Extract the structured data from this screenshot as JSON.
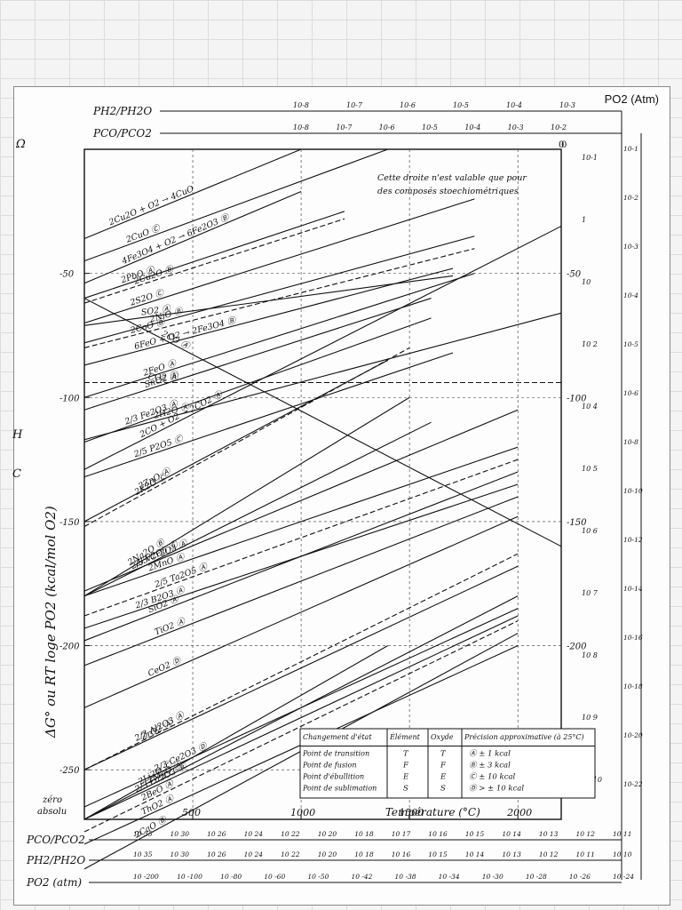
{
  "header": {
    "po2_label": "PO2 (Atm)"
  },
  "left_letters": [
    "Ω",
    "H",
    "C"
  ],
  "top_scales": [
    {
      "label": "PH2/PH2O",
      "ticks": [
        "10-8",
        "10-7",
        "10-6",
        "10-5",
        "10-4",
        "10-3"
      ]
    },
    {
      "label": "PCO/PCO2",
      "ticks": [
        "10-8",
        "10-7",
        "10-6",
        "10-5",
        "10-4",
        "10-3",
        "10-2"
      ]
    }
  ],
  "top_zero": "0",
  "bottom_scales": [
    {
      "label": "PCO/PCO2",
      "ticks": [
        "10 35",
        "10 30",
        "10 26",
        "10 24",
        "10 22",
        "10 20",
        "10 18",
        "10 17",
        "10 16",
        "10 15",
        "10 14",
        "10 13",
        "10 12",
        "10 11"
      ]
    },
    {
      "label": "PH2/PH2O",
      "ticks": [
        "10 35",
        "10 30",
        "10 26",
        "10 24",
        "10 22",
        "10 20",
        "10 18",
        "10 16",
        "10 15",
        "10 14",
        "10 13",
        "10 12",
        "10 11",
        "10 10"
      ]
    },
    {
      "label": "PO2 (atm)",
      "ticks": [
        "10 -200",
        "10 -100",
        "10 -80",
        "10 -60",
        "10 -50",
        "10 -42",
        "10 -38",
        "10 -34",
        "10 -30",
        "10 -28",
        "10 -26",
        "10 -24"
      ]
    }
  ],
  "right_po2_ticks": [
    "10-1",
    "1",
    "10",
    "10 2",
    "10 4",
    "10 5",
    "10 6",
    "10 7",
    "10 8",
    "10 9",
    "10 10"
  ],
  "right_far_ticks": [
    "10-1",
    "10-2",
    "10-3",
    "10-4",
    "10-5",
    "10-6",
    "10-8",
    "10-10",
    "10-12",
    "10-14",
    "10-16",
    "10-18",
    "10-20",
    "10-22"
  ],
  "legend": {
    "headers": [
      "Changement d'état",
      "Élément",
      "Oxyde",
      "Précision approximative (à 25°C)"
    ],
    "rows": [
      {
        "change": "Point de transition",
        "element": "T",
        "oxyde": "T",
        "precision": "Ⓐ ± 1 kcal"
      },
      {
        "change": "Point de fusion",
        "element": "F",
        "oxyde": "F",
        "precision": "Ⓑ ± 3 kcal"
      },
      {
        "change": "Point d'ébullition",
        "element": "E",
        "oxyde": "E",
        "precision": "Ⓒ ± 10 kcal"
      },
      {
        "change": "Point de sublimation",
        "element": "S",
        "oxyde": "S",
        "precision": "Ⓓ > ± 10 kcal"
      }
    ]
  },
  "note": [
    "Cette droite n'est valable que pour",
    "des composés stoechiométriques"
  ],
  "zero_absolu": [
    "zéro",
    "absolu"
  ],
  "chart_data": {
    "type": "line",
    "title": "",
    "xlabel": "Température (°C)",
    "ylabel": "ΔG° ou RT loge PO2 (kcal/mol O2)",
    "xlim": [
      0,
      2200
    ],
    "ylim": [
      -270,
      0
    ],
    "x_ticks": [
      0,
      500,
      1000,
      1500,
      2000
    ],
    "x_tick_labels": [
      "",
      "500",
      "1000",
      "1500",
      "2000"
    ],
    "y_ticks": [
      0,
      -50,
      -100,
      -150,
      -200,
      -250
    ],
    "y_tick_labels": [
      "0",
      "-50",
      "-100",
      "-150",
      "-200",
      "-250"
    ],
    "grid": true,
    "series": [
      {
        "name": "2Cu2O + O2 → 4CuO",
        "x": [
          0,
          1000
        ],
        "y": [
          -36,
          0
        ]
      },
      {
        "name": "2CuO Ⓒ",
        "x": [
          0,
          1400
        ],
        "y": [
          -45,
          0
        ]
      },
      {
        "name": "4Fe3O4 + O2 → 6Fe2O3 Ⓑ",
        "x": [
          0,
          1000
        ],
        "y": [
          -54,
          -17
        ]
      },
      {
        "name": "2Cu2O Ⓑ",
        "x": [
          0,
          1200
        ],
        "y": [
          -62,
          -28
        ]
      },
      {
        "name": "2S2O Ⓒ",
        "x": [
          0,
          1800
        ],
        "y": [
          -70,
          -20
        ]
      },
      {
        "name": "2PbO Ⓐ",
        "x": [
          0,
          1200
        ],
        "y": [
          -60,
          -25
        ]
      },
      {
        "name": "SO2 Ⓐ",
        "x": [
          0,
          1700
        ],
        "y": [
          -71,
          -51
        ]
      },
      {
        "name": "2NiO Ⓑ",
        "x": [
          0,
          1800
        ],
        "y": [
          -78,
          -35
        ]
      },
      {
        "name": "2CoO Ⓑ",
        "x": [
          0,
          1800
        ],
        "y": [
          -80,
          -40
        ]
      },
      {
        "name": "6FeO + O2 → 2Fe3O4 Ⓑ",
        "x": [
          0,
          1700
        ],
        "y": [
          -87,
          -48
        ]
      },
      {
        "name": "2FeO Ⓐ",
        "x": [
          0,
          1800
        ],
        "y": [
          -100,
          -50
        ]
      },
      {
        "name": "SnO2 Ⓐ",
        "x": [
          0,
          1600
        ],
        "y": [
          -105,
          -60
        ]
      },
      {
        "name": "2CO + O2 → 2CO2 Ⓐ",
        "x": [
          0,
          2200
        ],
        "y": [
          -129,
          -31
        ]
      },
      {
        "name": "CO2 Ⓐ",
        "x": [
          0,
          2200
        ],
        "y": [
          -94,
          -94
        ]
      },
      {
        "name": "2H2O Ⓐ",
        "x": [
          0,
          2200
        ],
        "y": [
          -117,
          -66
        ]
      },
      {
        "name": "2CO Ⓐ",
        "x": [
          0,
          2200
        ],
        "y": [
          -60,
          -160
        ]
      },
      {
        "name": "2/3 Fe2O3 Ⓐ",
        "x": [
          0,
          1600
        ],
        "y": [
          -118,
          -68
        ]
      },
      {
        "name": "2/5 P2O5 Ⓒ",
        "x": [
          0,
          1700
        ],
        "y": [
          -132,
          -82
        ]
      },
      {
        "name": "2K2O Ⓒ",
        "x": [
          0,
          1500
        ],
        "y": [
          -152,
          -80
        ]
      },
      {
        "name": "2ZnO Ⓐ",
        "x": [
          0,
          1400
        ],
        "y": [
          -150,
          -85
        ]
      },
      {
        "name": "2/3 Cr2O3 Ⓐ",
        "x": [
          0,
          2000
        ],
        "y": [
          -178,
          -105
        ]
      },
      {
        "name": "2Na2O Ⓑ",
        "x": [
          0,
          1500
        ],
        "y": [
          -180,
          -100
        ]
      },
      {
        "name": "2MnO Ⓐ",
        "x": [
          0,
          2000
        ],
        "y": [
          -180,
          -120
        ]
      },
      {
        "name": "2/5 Ta2O5 Ⓐ",
        "x": [
          0,
          2000
        ],
        "y": [
          -188,
          -125
        ]
      },
      {
        "name": "2/3 B2O3 Ⓐ",
        "x": [
          0,
          2000
        ],
        "y": [
          -193,
          -135
        ]
      },
      {
        "name": "2/5 V2O5 Ⓒ",
        "x": [
          0,
          1600
        ],
        "y": [
          -180,
          -110
        ]
      },
      {
        "name": "SiO2 Ⓐ",
        "x": [
          0,
          2000
        ],
        "y": [
          -198,
          -130
        ]
      },
      {
        "name": "TiO2 Ⓐ",
        "x": [
          0,
          2000
        ],
        "y": [
          -208,
          -140
        ]
      },
      {
        "name": "2/3 Al2O3 Ⓐ",
        "x": [
          0,
          2000
        ],
        "y": [
          -250,
          -163
        ]
      },
      {
        "name": "ZrO2 Ⓐ",
        "x": [
          0,
          2000
        ],
        "y": [
          -250,
          -168
        ]
      },
      {
        "name": "CeO2 Ⓓ",
        "x": [
          0,
          2000
        ],
        "y": [
          -225,
          -148
        ]
      },
      {
        "name": "2/3 Ce2O3 Ⓓ",
        "x": [
          0,
          2000
        ],
        "y": [
          -265,
          -185
        ]
      },
      {
        "name": "2/3 La2O3 Ⓑ",
        "x": [
          0,
          2000
        ],
        "y": [
          -270,
          -188
        ]
      },
      {
        "name": "2BeO Ⓐ",
        "x": [
          0,
          2000
        ],
        "y": [
          -275,
          -190
        ]
      },
      {
        "name": "2MgO Ⓐ",
        "x": [
          0,
          2000
        ],
        "y": [
          -270,
          -180
        ]
      },
      {
        "name": "2Li2O Ⓒ",
        "x": [
          0,
          1400
        ],
        "y": [
          -270,
          -200
        ]
      },
      {
        "name": "2CaO Ⓑ",
        "x": [
          0,
          2000
        ],
        "y": [
          -290,
          -195
        ]
      },
      {
        "name": "ThO2 Ⓐ",
        "x": [
          0,
          2000
        ],
        "y": [
          -280,
          -200
        ]
      }
    ]
  }
}
